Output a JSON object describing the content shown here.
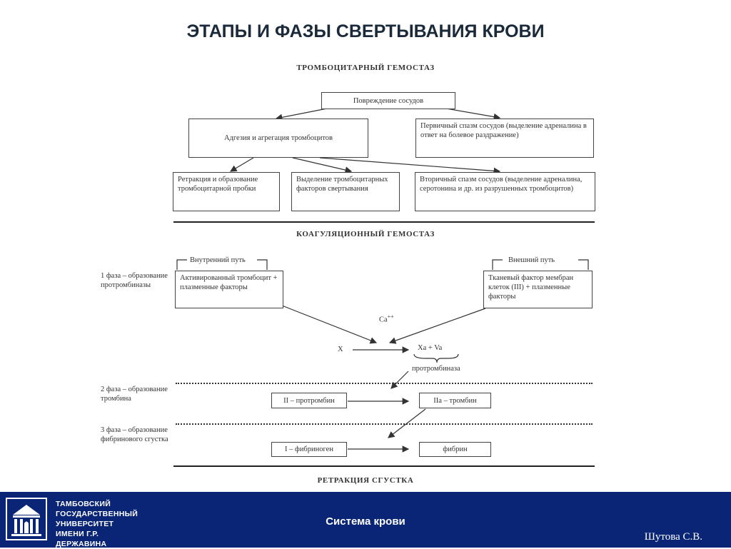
{
  "slide_title": "ЭТАПЫ И ФАЗЫ СВЕРТЫВАНИЯ КРОВИ",
  "platelet": {
    "header": "ТРОМБОЦИТАРНЫЙ ГЕМОСТАЗ",
    "damage": "Повреждение сосудов",
    "adhesion": "Адгезия и агрегация тромбоцитов",
    "primary_spasm": "Первичный спазм сосудов (выделение адреналина в ответ на болевое раздражение)",
    "retraction": "Ретракция и образование тромбоцитарной пробки",
    "release": "Выделение тромбоцитарных факторов свертывания",
    "secondary_spasm": "Вторичный спазм сосудов (выделение адреналина, серотонина и др. из разрушенных тромбоцитов)"
  },
  "coagulation": {
    "header": "КОАГУЛЯЦИОННЫЙ ГЕМОСТАЗ",
    "intrinsic_label": "Внутренний путь",
    "extrinsic_label": "Внешний путь",
    "intrinsic_box": "Активированный тромбоцит + плазменные факторы",
    "extrinsic_box": "Тканевый фактор мембран клеток (III) + плазменные факторы",
    "ca": "Ca",
    "ca_sup": "++",
    "x": "X",
    "xa_va": "Xa + Va",
    "prothrombinase": "протромбиназа",
    "phase1": "1 фаза – образование протромбиназы",
    "phase2": "2 фаза – образование тромбина",
    "phase3": "3 фаза – образование фибринового сгустка",
    "prothrombin": "II – протромбин",
    "thrombin": "IIa – тромбин",
    "fibrinogen": "I – фибриноген",
    "fibrin": "фибрин"
  },
  "retraction_header": "РЕТРАКЦИЯ СГУСТКА",
  "footer": {
    "university": [
      "ТАМБОВСКИЙ",
      "ГОСУДАРСТВЕННЫЙ",
      "УНИВЕРСИТЕТ",
      "ИМЕНИ Г.Р. ДЕРЖАВИНА"
    ],
    "center": "Система крови",
    "author": "Шутова С.В."
  },
  "colors": {
    "footer_bg": "#0a2576",
    "title": "#1a2a3a"
  }
}
